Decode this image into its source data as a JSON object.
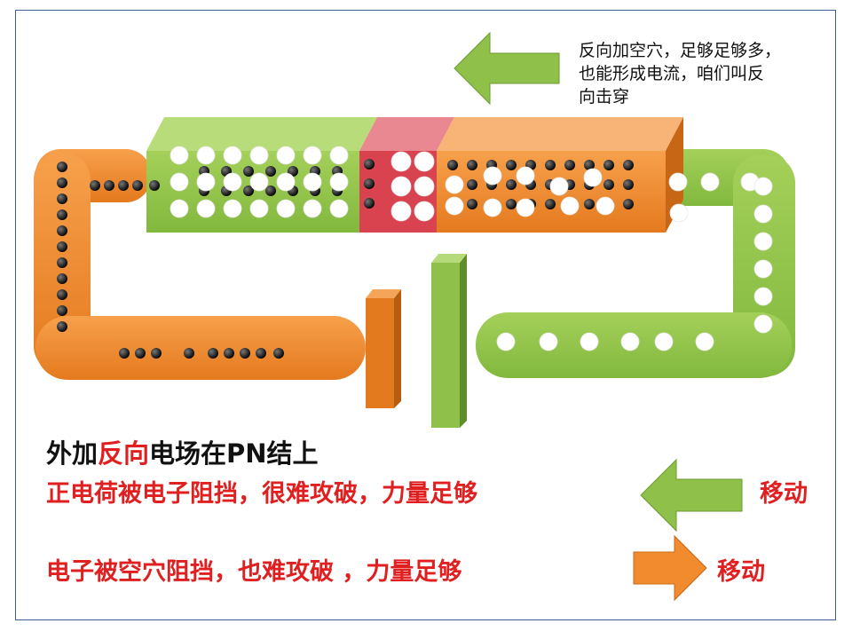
{
  "note": {
    "text": "反向加空穴，足够足够多，\n也能形成电流，咱们叫反\n向击穿"
  },
  "caption": {
    "line1_a": "外加",
    "line1_b": "反向",
    "line1_c": "电场在PN结上",
    "line2": "正电荷被电子阻挡，很难攻破，力量足够",
    "line2_end": "移动",
    "line3": "电子被空穴阻挡，也难攻破 ，力量足够",
    "line3_end": "移动"
  },
  "colors": {
    "orange": "#f28a2e",
    "green": "#8fc04a",
    "red_junction": "#d9434f",
    "caption_red": "#e02020",
    "frame": "#3f5f8f"
  },
  "icons": [
    "left-arrow-icon",
    "right-arrow-icon",
    "battery-negative-plate-icon",
    "battery-positive-plate-icon"
  ]
}
